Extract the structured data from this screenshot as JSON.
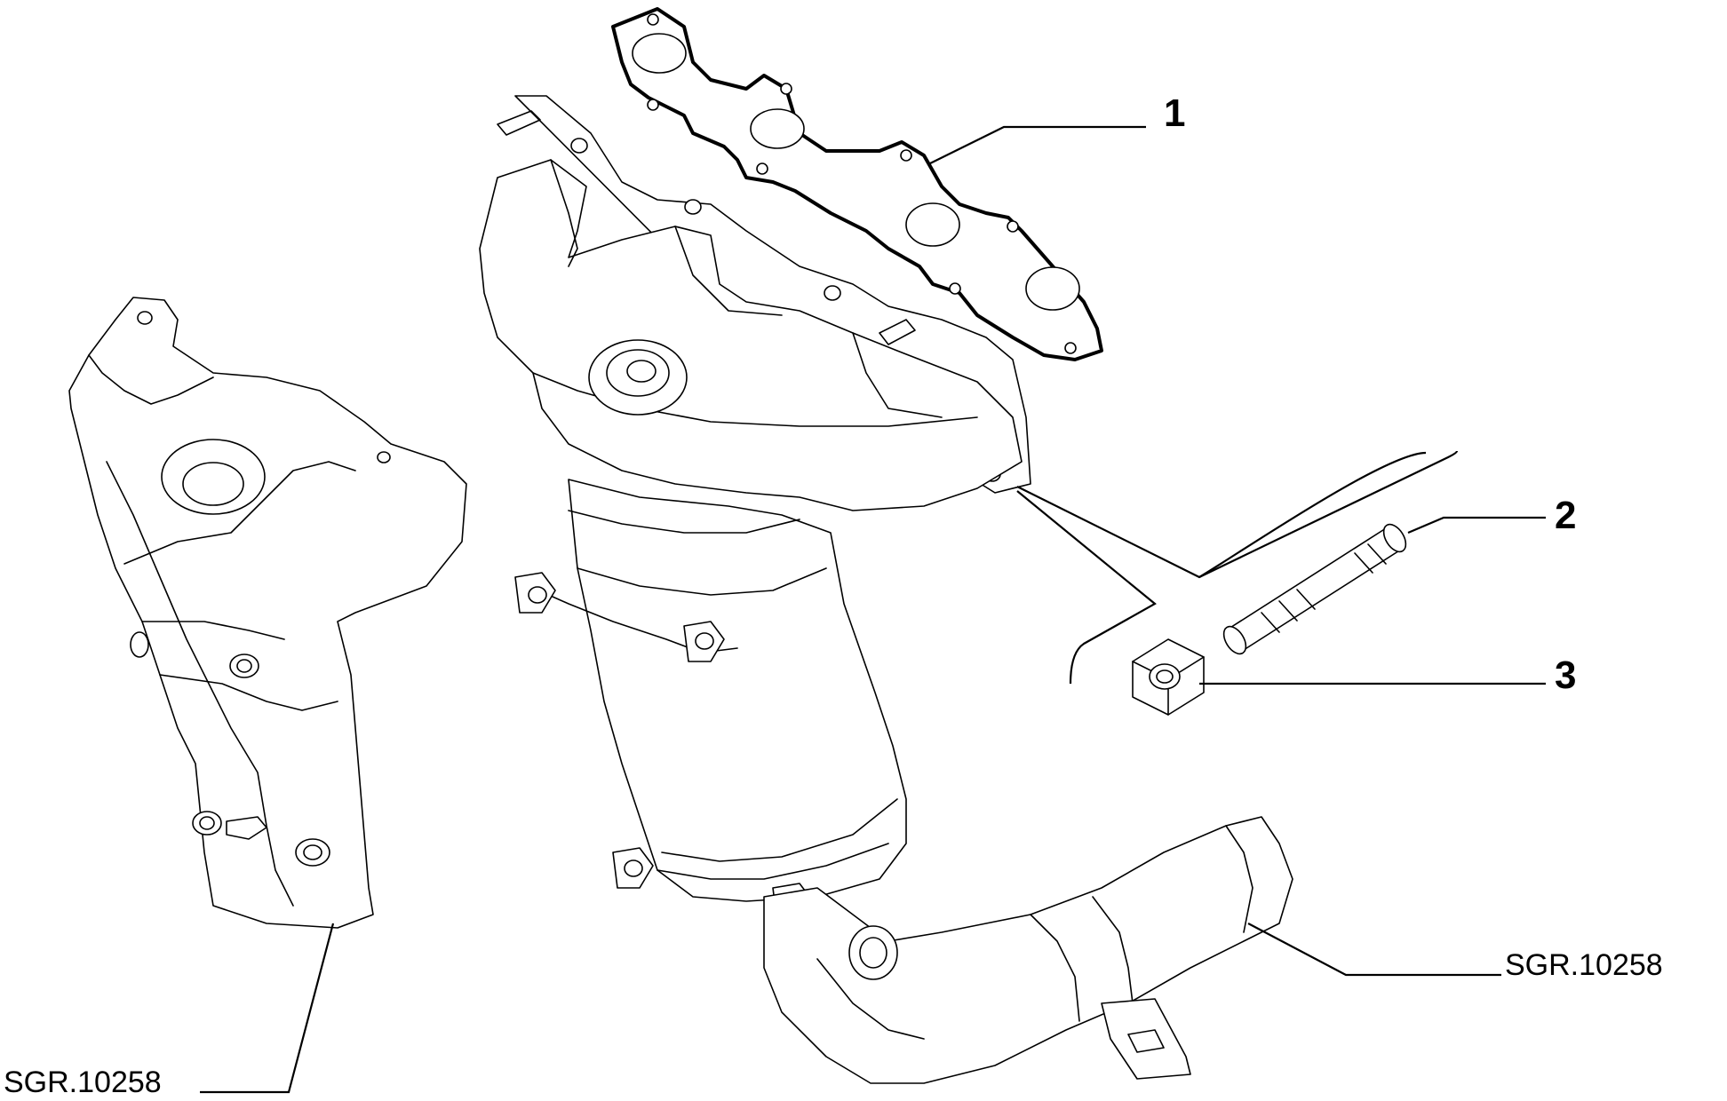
{
  "callouts": {
    "one": "1",
    "two": "2",
    "three": "3"
  },
  "references": {
    "heat_shield": "SGR.10258",
    "exhaust_pipe": "SGR.10258"
  }
}
